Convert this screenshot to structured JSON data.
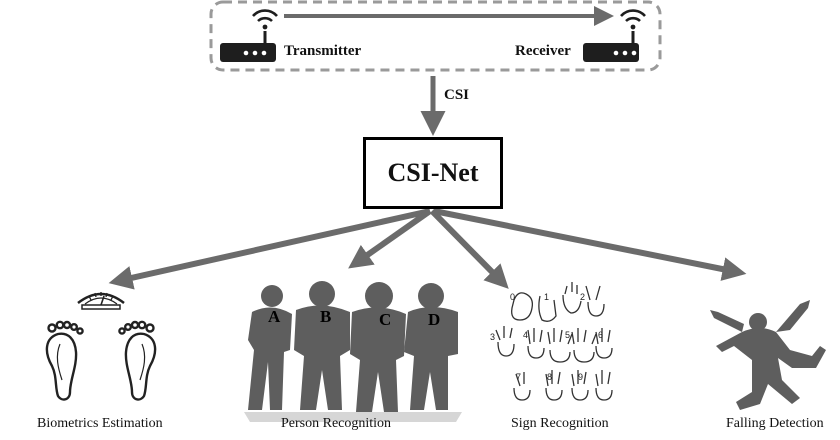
{
  "link": {
    "transmitter_label": "Transmitter",
    "receiver_label": "Receiver",
    "signal_label": "CSI"
  },
  "model": {
    "name": "CSI-Net"
  },
  "applications": {
    "biometrics": {
      "label": "Biometrics Estimation"
    },
    "person": {
      "label": "Person Recognition",
      "letters": [
        "A",
        "B",
        "C",
        "D"
      ]
    },
    "sign": {
      "label": "Sign Recognition",
      "digits": [
        "0",
        "1",
        "2",
        "3",
        "4",
        "5",
        "6",
        "7",
        "8",
        "9"
      ]
    },
    "falling": {
      "label": "Falling Detection"
    }
  },
  "colors": {
    "arrow": "#6b6b6b",
    "dashed_border": "#9a9a9a",
    "device": "#1e1e1e",
    "silhouette": "#5e5e5e"
  }
}
